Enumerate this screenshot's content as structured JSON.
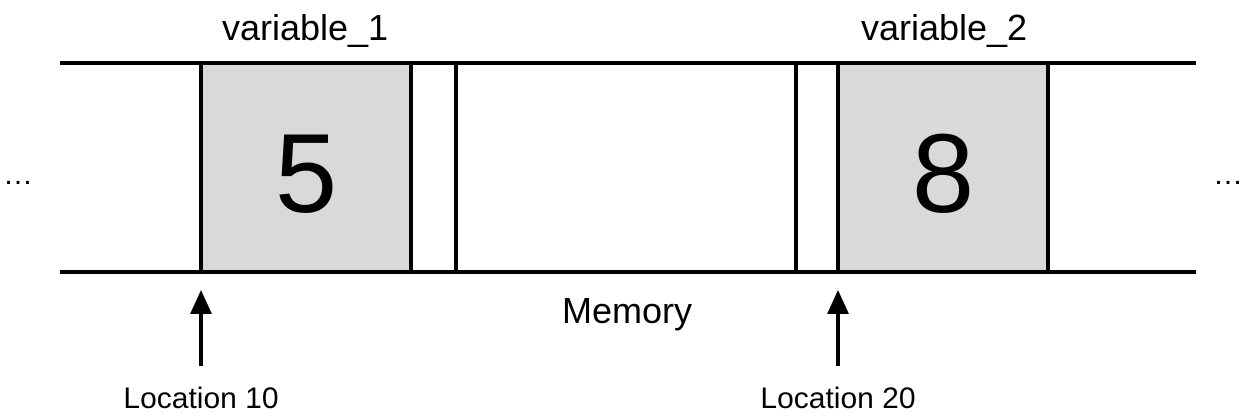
{
  "diagram": {
    "variables": [
      {
        "name": "variable_1",
        "value": "5",
        "location": "Location 10"
      },
      {
        "name": "variable_2",
        "value": "8",
        "location": "Location 20"
      }
    ],
    "memory_label": "Memory",
    "ellipsis_left": "…",
    "ellipsis_right": "…",
    "colors": {
      "cell_fill": "#d9d9d9",
      "stroke": "#000000",
      "background": "#ffffff"
    }
  }
}
